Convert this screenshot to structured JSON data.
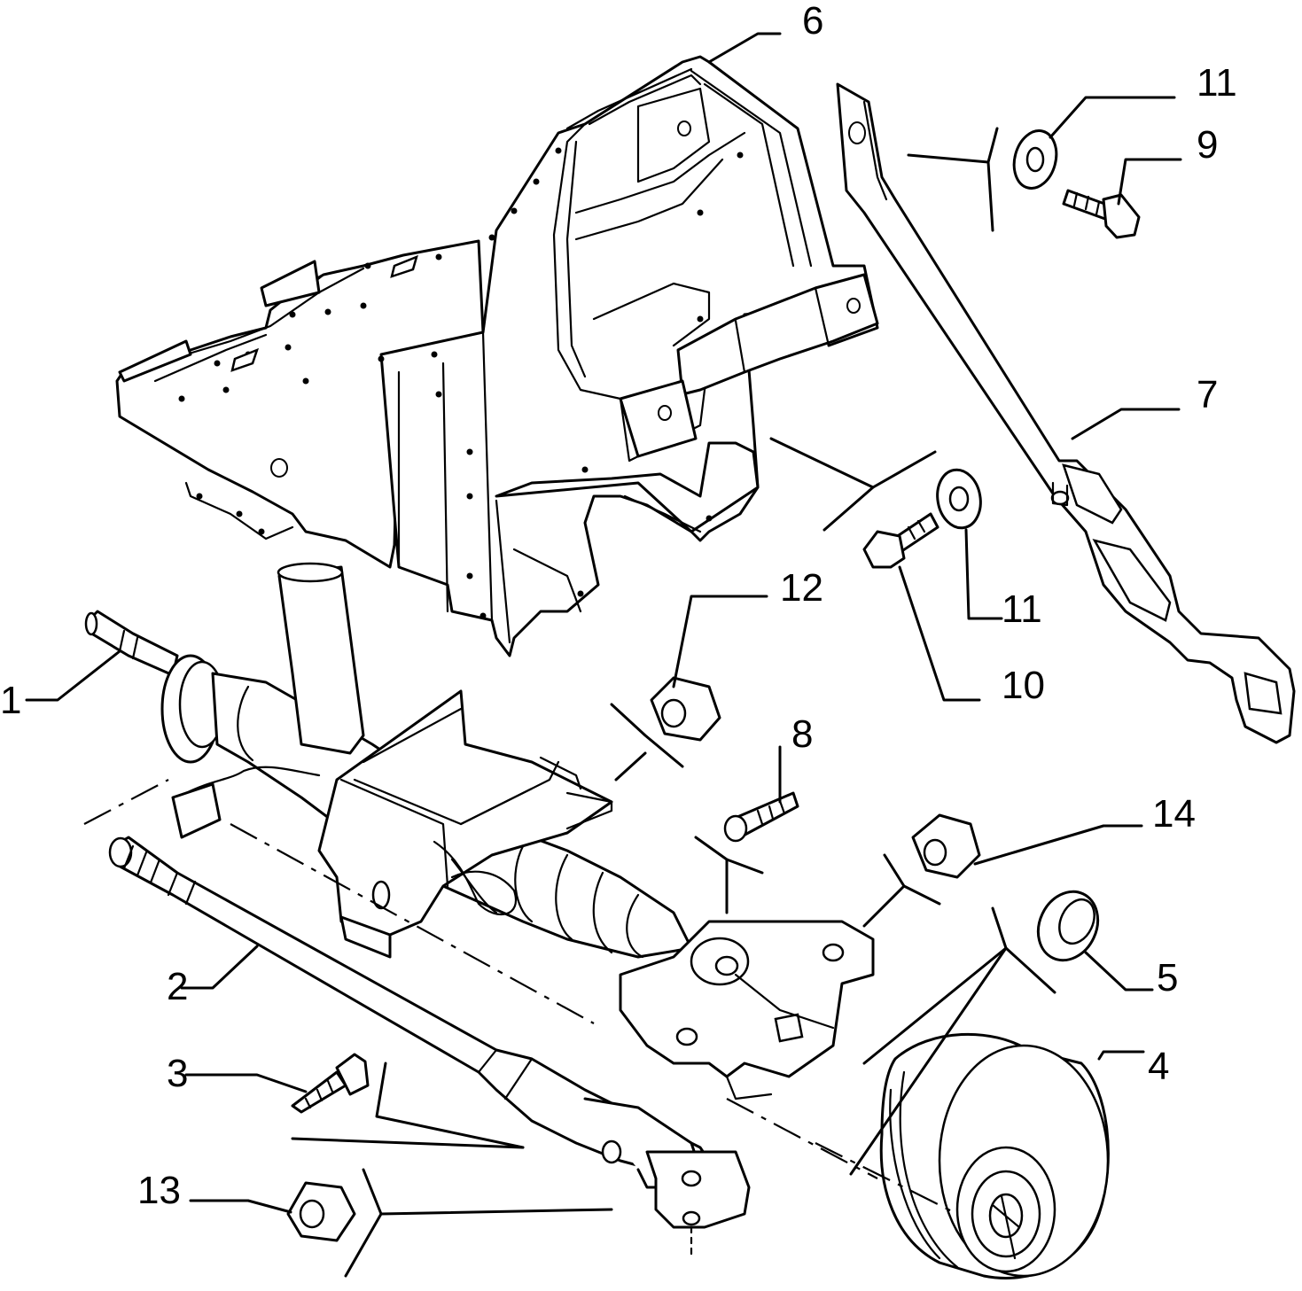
{
  "diagram": {
    "callouts": [
      {
        "id": "1",
        "text": "1"
      },
      {
        "id": "2",
        "text": "2"
      },
      {
        "id": "3",
        "text": "3"
      },
      {
        "id": "4",
        "text": "4"
      },
      {
        "id": "5",
        "text": "5"
      },
      {
        "id": "6",
        "text": "6"
      },
      {
        "id": "7",
        "text": "7"
      },
      {
        "id": "8",
        "text": "8"
      },
      {
        "id": "9",
        "text": "9"
      },
      {
        "id": "10",
        "text": "10"
      },
      {
        "id": "11a",
        "text": "11"
      },
      {
        "id": "11b",
        "text": "11"
      },
      {
        "id": "12",
        "text": "12"
      },
      {
        "id": "13",
        "text": "13"
      },
      {
        "id": "14",
        "text": "14"
      }
    ],
    "colors": {
      "line": "#000000",
      "background": "#ffffff"
    }
  }
}
